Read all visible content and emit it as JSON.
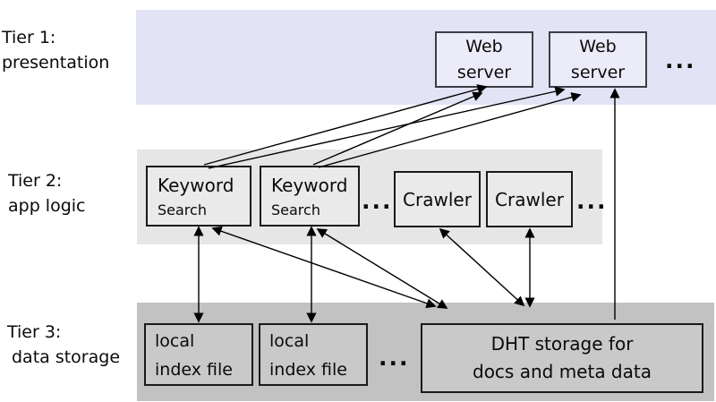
{
  "colors": {
    "tier1-band": "#e3e3f6",
    "tier1-box": "#ecebfa",
    "tier1-border": "#3d3d46",
    "tier2-band": "#e6e6e6",
    "tier2-box": "#eaeaea",
    "tier3-band": "#c2c2c2",
    "tier3-box": "#c9c9c9",
    "box-border": "#1a1a1a",
    "line": "#000000"
  },
  "tier_labels": [
    {
      "line1": "Tier 1:",
      "line2": "presentation"
    },
    {
      "line1": "Tier 2:",
      "line2": "app logic"
    },
    {
      "line1": "Tier 3:",
      "line2": "data storage"
    }
  ],
  "tier1": {
    "web_servers": [
      {
        "line1": "Web",
        "line2": "server"
      },
      {
        "line1": "Web",
        "line2": "server"
      }
    ],
    "ellipsis": "..."
  },
  "tier2": {
    "keyword_search": [
      {
        "line1": "Keyword",
        "line2": "Search"
      },
      {
        "line1": "Keyword",
        "line2": "Search"
      }
    ],
    "crawlers": [
      {
        "label": "Crawler"
      },
      {
        "label": "Crawler"
      }
    ],
    "ellipsis_mid": "...",
    "ellipsis_end": "..."
  },
  "tier3": {
    "index_files": [
      {
        "line1": "local",
        "line2": "index file"
      },
      {
        "line1": "local",
        "line2": "index file"
      }
    ],
    "ellipsis": "...",
    "dht": {
      "line1": "DHT storage for",
      "line2": "docs and meta data"
    }
  }
}
